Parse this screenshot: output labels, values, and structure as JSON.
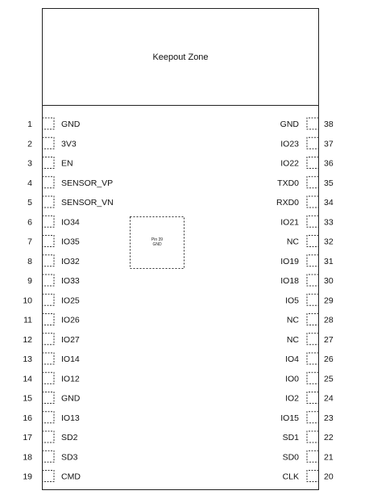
{
  "keepout_label": "Keepout Zone",
  "center_pad": {
    "line1": "Pin 39",
    "line2": "GND"
  },
  "left_pins": [
    {
      "num": "1",
      "name": "GND"
    },
    {
      "num": "2",
      "name": "3V3"
    },
    {
      "num": "3",
      "name": "EN"
    },
    {
      "num": "4",
      "name": "SENSOR_VP"
    },
    {
      "num": "5",
      "name": "SENSOR_VN"
    },
    {
      "num": "6",
      "name": "IO34"
    },
    {
      "num": "7",
      "name": "IO35"
    },
    {
      "num": "8",
      "name": "IO32"
    },
    {
      "num": "9",
      "name": "IO33"
    },
    {
      "num": "10",
      "name": "IO25"
    },
    {
      "num": "11",
      "name": "IO26"
    },
    {
      "num": "12",
      "name": "IO27"
    },
    {
      "num": "13",
      "name": "IO14"
    },
    {
      "num": "14",
      "name": "IO12"
    },
    {
      "num": "15",
      "name": "GND"
    },
    {
      "num": "16",
      "name": "IO13"
    },
    {
      "num": "17",
      "name": "SD2"
    },
    {
      "num": "18",
      "name": "SD3"
    },
    {
      "num": "19",
      "name": "CMD"
    }
  ],
  "right_pins": [
    {
      "num": "38",
      "name": "GND"
    },
    {
      "num": "37",
      "name": "IO23"
    },
    {
      "num": "36",
      "name": "IO22"
    },
    {
      "num": "35",
      "name": "TXD0"
    },
    {
      "num": "34",
      "name": "RXD0"
    },
    {
      "num": "33",
      "name": "IO21"
    },
    {
      "num": "32",
      "name": "NC"
    },
    {
      "num": "31",
      "name": "IO19"
    },
    {
      "num": "30",
      "name": "IO18"
    },
    {
      "num": "29",
      "name": "IO5"
    },
    {
      "num": "28",
      "name": "NC"
    },
    {
      "num": "27",
      "name": "NC"
    },
    {
      "num": "26",
      "name": "IO4"
    },
    {
      "num": "25",
      "name": "IO0"
    },
    {
      "num": "24",
      "name": "IO2"
    },
    {
      "num": "23",
      "name": "IO15"
    },
    {
      "num": "22",
      "name": "SD1"
    },
    {
      "num": "21",
      "name": "SD0"
    },
    {
      "num": "20",
      "name": "CLK"
    }
  ]
}
